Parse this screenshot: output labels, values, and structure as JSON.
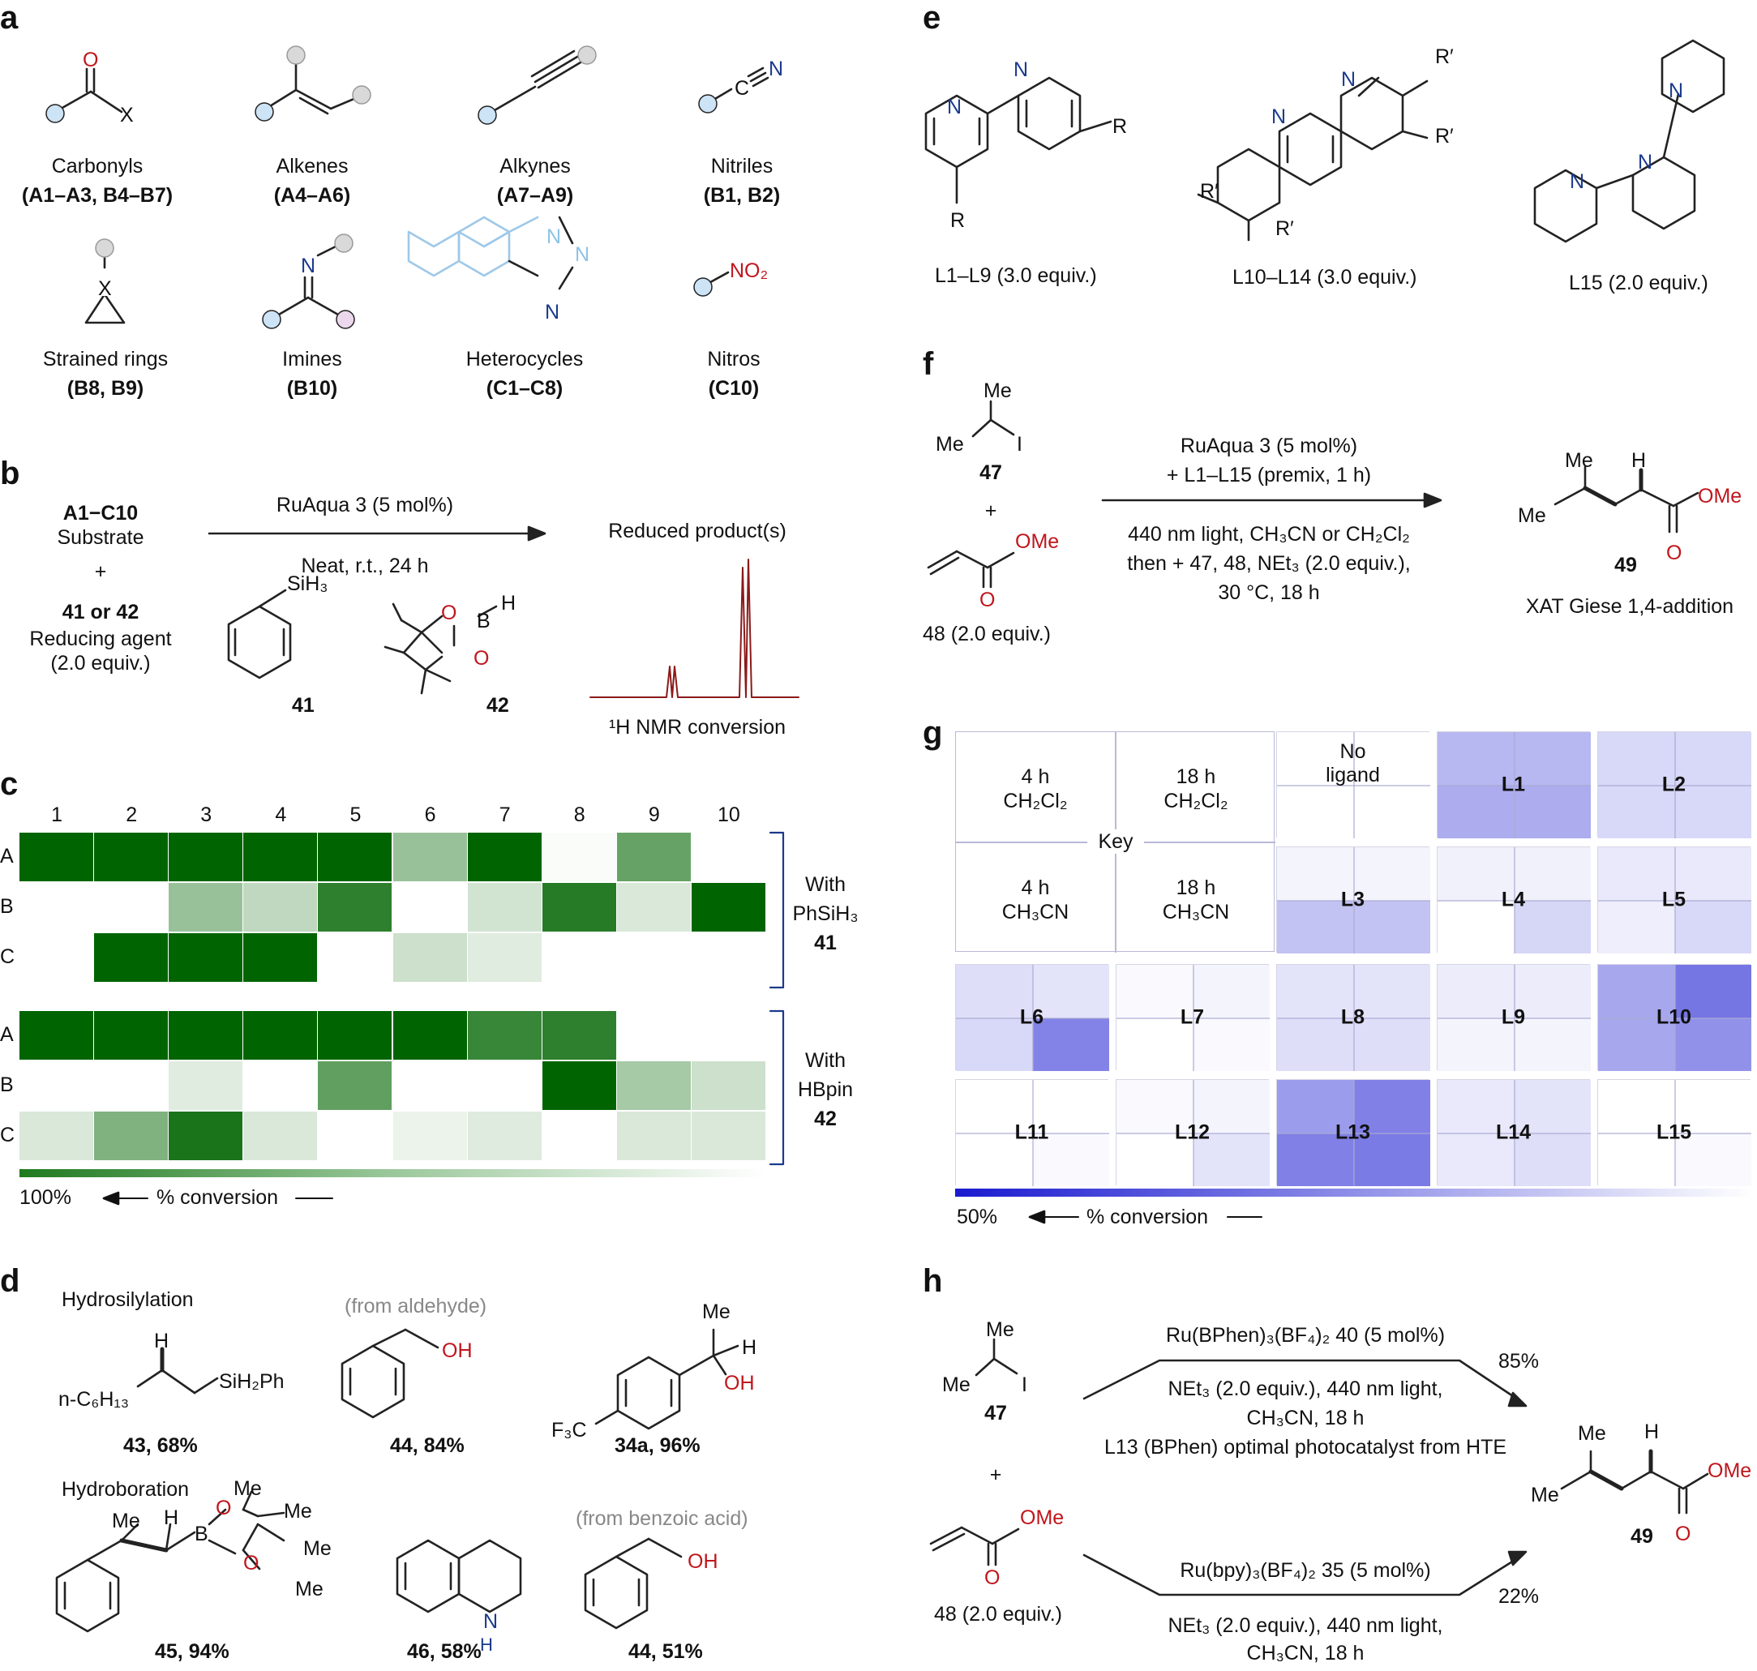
{
  "panels": {
    "a": "a",
    "b": "b",
    "c": "c",
    "d": "d",
    "e": "e",
    "f": "f",
    "g": "g",
    "h": "h"
  },
  "a": {
    "groups": [
      {
        "name": "Carbonyls",
        "codes": "(A1–A3, B4–B7)"
      },
      {
        "name": "Alkenes",
        "codes": "(A4–A6)"
      },
      {
        "name": "Alkynes",
        "codes": "(A7–A9)"
      },
      {
        "name": "Nitriles",
        "codes": "(B1, B2)"
      },
      {
        "name": "Strained rings",
        "codes": "(B8, B9)"
      },
      {
        "name": "Imines",
        "codes": "(B10)"
      },
      {
        "name": "Heterocycles",
        "codes": "(C1–C8)"
      },
      {
        "name": "Nitros",
        "codes": "(C10)"
      }
    ],
    "atoms": {
      "o": "O",
      "x": "X",
      "c": "C",
      "n": "N",
      "no2": "NO₂"
    }
  },
  "b": {
    "substrate_code": "A1−C10",
    "substrate": "Substrate",
    "plus": "+",
    "reagent_code": "41 or 42",
    "reagent": "Reducing agent",
    "reagent_equiv": "(2.0 equiv.)",
    "catalyst": "RuAqua 3 (5 mol%)",
    "conditions": "Neat, r.t., 24 h",
    "product": "Reduced product(s)",
    "nmr": "¹H NMR conversion",
    "sih3": "SiH₃",
    "num41": "41",
    "num42": "42",
    "o": "O",
    "bh": "B",
    "h": "H"
  },
  "c": {
    "columns": [
      "1",
      "2",
      "3",
      "4",
      "5",
      "6",
      "7",
      "8",
      "9",
      "10"
    ],
    "rows_top": [
      "A",
      "B",
      "C"
    ],
    "rows_bottom": [
      "A",
      "B",
      "C"
    ],
    "top_label_1": "With",
    "top_label_2": "PhSiH₃",
    "top_label_3": "41",
    "bottom_label_1": "With",
    "bottom_label_2": "HBpin",
    "bottom_label_3": "42",
    "scale_max": "100%",
    "scale_label": "% conversion",
    "color": "#006400",
    "top_grid": [
      [
        1.0,
        1.0,
        1.0,
        1.0,
        1.0,
        0.4,
        1.0,
        0.02,
        0.6,
        null
      ],
      [
        null,
        null,
        0.4,
        0.25,
        0.82,
        null,
        0.18,
        0.85,
        0.15,
        1.0
      ],
      [
        null,
        1.0,
        1.0,
        1.0,
        null,
        0.2,
        0.12,
        null,
        null,
        null
      ]
    ],
    "bottom_grid": [
      [
        1.0,
        1.0,
        1.0,
        1.0,
        1.0,
        1.0,
        0.78,
        0.82,
        null,
        null
      ],
      [
        null,
        null,
        0.12,
        null,
        0.62,
        null,
        null,
        1.0,
        0.35,
        0.2
      ],
      [
        0.15,
        0.5,
        0.9,
        0.15,
        null,
        0.08,
        0.13,
        null,
        0.15,
        0.15
      ]
    ]
  },
  "d": {
    "hydrosilylation": "Hydrosilylation",
    "hydroboration": "Hydroboration",
    "from_aldehyde": "(from aldehyde)",
    "from_benzoic": "(from benzoic acid)",
    "p43": "43, 68%",
    "p44a": "44, 84%",
    "p34a": "34a, 96%",
    "p45": "45, 94%",
    "p46": "46, 58%",
    "p44b": "44, 51%",
    "hexyl": "n-C₆H₁₃",
    "sih2ph": "SiH₂Ph",
    "oh": "OH",
    "me": "Me",
    "f3c": "F₃C",
    "h": "H",
    "o": "O",
    "b": "B",
    "n": "N"
  },
  "e": {
    "L1": "L1–L9 (3.0 equiv.)",
    "L10": "L10–L14 (3.0 equiv.)",
    "L15": "L15 (2.0 equiv.)",
    "r": "R",
    "rp": "R′",
    "n": "N"
  },
  "f": {
    "num47": "47",
    "num48": "48 (2.0 equiv.)",
    "plus": "+",
    "cat": "RuAqua 3 (5 mol%)",
    "lig": "+ L1–L15 (premix, 1 h)",
    "c1": "440 nm light, CH₃CN or CH₂Cl₂",
    "c2": "then + 47, 48, NEt₃ (2.0 equiv.),",
    "c3": "30 °C, 18 h",
    "num49": "49",
    "product": "XAT Giese 1,4-addition",
    "me": "Me",
    "i": "I",
    "ome": "OMe",
    "o": "O",
    "h": "H"
  },
  "g": {
    "key": "Key",
    "k_tl": [
      "4 h",
      "CH₂Cl₂"
    ],
    "k_tr": [
      "18 h",
      "CH₂Cl₂"
    ],
    "k_bl": [
      "4 h",
      "CH₃CN"
    ],
    "k_br": [
      "18 h",
      "CH₃CN"
    ],
    "no_ligand": [
      "No",
      "ligand"
    ],
    "scale_max": "50%",
    "scale_label": "% conversion",
    "color": "#2b2bd6",
    "cells": [
      {
        "name": "L1",
        "v": [
          0.26,
          0.26,
          0.3,
          0.3
        ]
      },
      {
        "name": "L2",
        "v": [
          0.14,
          0.14,
          0.14,
          0.14
        ]
      },
      {
        "name": "L3",
        "v": [
          0.04,
          0.04,
          0.22,
          0.22
        ]
      },
      {
        "name": "L4",
        "v": [
          0.05,
          0.05,
          0.0,
          0.15
        ]
      },
      {
        "name": "L5",
        "v": [
          0.08,
          0.08,
          0.06,
          0.14
        ]
      },
      {
        "name": "L6",
        "v": [
          0.12,
          0.1,
          0.14,
          0.45
        ]
      },
      {
        "name": "L7",
        "v": [
          0.02,
          0.04,
          0.0,
          0.02
        ]
      },
      {
        "name": "L8",
        "v": [
          0.1,
          0.1,
          0.12,
          0.12
        ]
      },
      {
        "name": "L9",
        "v": [
          0.07,
          0.07,
          0.04,
          0.04
        ]
      },
      {
        "name": "L10",
        "v": [
          0.32,
          0.5,
          0.32,
          0.4
        ]
      },
      {
        "name": "L11",
        "v": [
          0.0,
          0.0,
          0.0,
          0.02
        ]
      },
      {
        "name": "L12",
        "v": [
          0.02,
          0.04,
          0.0,
          0.1
        ]
      },
      {
        "name": "L13",
        "v": [
          0.36,
          0.46,
          0.46,
          0.48
        ]
      },
      {
        "name": "L14",
        "v": [
          0.08,
          0.1,
          0.08,
          0.12
        ]
      },
      {
        "name": "L15",
        "v": [
          0.0,
          0.0,
          0.0,
          0.02
        ]
      }
    ],
    "no_ligand_v": [
      0.0,
      0.0,
      0.0,
      0.0
    ]
  },
  "h": {
    "num47": "47",
    "plus": "+",
    "num48": "48 (2.0 equiv.)",
    "top_cat": "Ru(BPhen)₃(BF₄)₂ 40 (5 mol%)",
    "top_yield": "85%",
    "top_c1": "NEt₃ (2.0 equiv.), 440 nm light,",
    "top_c2": "CH₃CN, 18 h",
    "top_c3": "L13 (BPhen) optimal photocatalyst from HTE",
    "bot_cat": "Ru(bpy)₃(BF₄)₂ 35 (5 mol%)",
    "bot_yield": "22%",
    "bot_c1": "NEt₃ (2.0 equiv.), 440 nm light,",
    "bot_c2": "CH₃CN, 18 h",
    "num49": "49",
    "me": "Me",
    "i": "I",
    "ome": "OMe",
    "o": "O",
    "h": "H"
  }
}
